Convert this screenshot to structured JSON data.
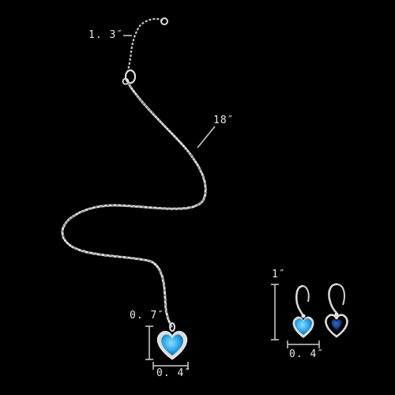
{
  "colors": {
    "background": "#000000",
    "chain": "#bfbfbf",
    "stone": "#2aa8e8",
    "stone_dark": "#0a3a80",
    "dimension_line": "#d0d0d0",
    "dimension_text": "#e8e8e8"
  },
  "labels": {
    "extender_length": "1. 3″",
    "chain_length": "18″",
    "pendant_height": "0. 7″",
    "pendant_width": "0. 4″",
    "earring_height": "1″",
    "earring_width": "0. 4″"
  }
}
